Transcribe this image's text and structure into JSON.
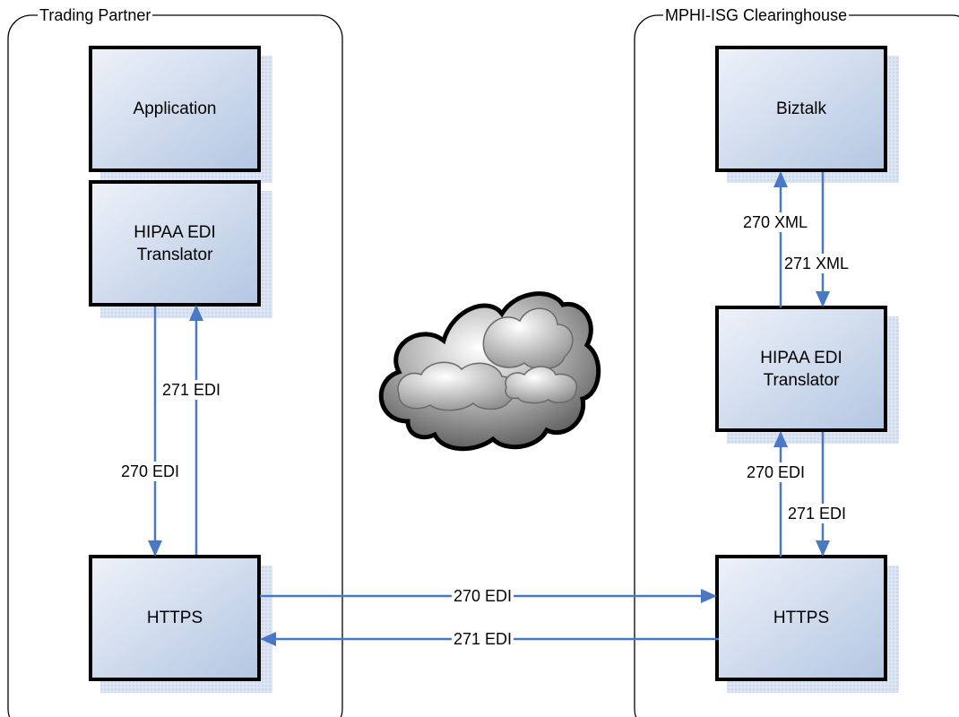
{
  "groups": {
    "left": "Trading Partner",
    "right": "MPHI-ISG Clearinghouse"
  },
  "nodes": {
    "tp_application": "Application",
    "tp_translator": "HIPAA EDI\nTranslator",
    "tp_https": "HTTPS",
    "ch_biztalk": "Biztalk",
    "ch_translator": "HIPAA EDI\nTranslator",
    "ch_https": "HTTPS"
  },
  "edges": {
    "tp_down": "270 EDI",
    "tp_up": "271 EDI",
    "ch_xml_up": "270 XML",
    "ch_xml_down": "271 XML",
    "ch_edi_up": "270 EDI",
    "ch_edi_down": "271 EDI",
    "mid_right": "270 EDI",
    "mid_left": "271 EDI"
  },
  "colors": {
    "arrow": "#4a78c2",
    "box_fill_top": "#eef2f9",
    "box_fill_bottom": "#b3c6e2",
    "box_border": "#000000"
  },
  "icons": {
    "network": "cloud-icon"
  }
}
